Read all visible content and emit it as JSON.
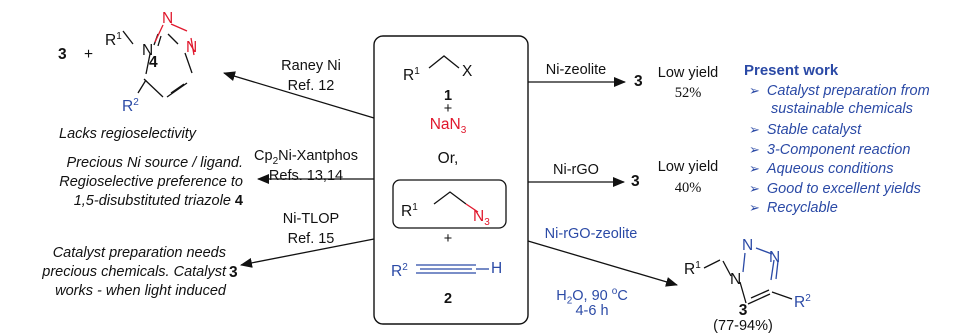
{
  "center": {
    "reactant1_r": "R",
    "reactant1_r_sup": "1",
    "reactant1_x": "X",
    "reactant1_number": "1",
    "plus1": "+",
    "nan3": "NaN",
    "nan3_sub": "3",
    "or": "Or,",
    "azide_r": "R",
    "azide_r_sup": "1",
    "azide_group": "N",
    "azide_group_sub": "3",
    "plus2": "+",
    "alkyne_r": "R",
    "alkyne_r_sup": "2",
    "alkyne_h": "H",
    "alkyne_number": "2"
  },
  "top_left": {
    "reagent": "Raney Ni",
    "ref": "Ref. 12",
    "product_3": "3",
    "plus": "+",
    "product_4": "4",
    "r1": "R",
    "r1_sup": "1",
    "r2": "R",
    "r2_sup": "2",
    "n_a": "N",
    "n_b": "N",
    "n_c": "N",
    "comment": "Lacks regioselectivity"
  },
  "mid_left": {
    "reagent": "Cp",
    "reagent_sub": "2",
    "reagent_rest": "Ni-Xantphos",
    "ref": "Refs. 13,14",
    "comment_line1": "Precious Ni source / ligand.",
    "comment_line2": "Regioselective preference to",
    "comment_line3": "1,5-disubstituted triazole",
    "comment_line3_number": "4"
  },
  "bottom_left": {
    "reagent": "Ni-TLOP",
    "ref": "Ref. 15",
    "comment_line1": "Catalyst preparation needs",
    "comment_line2": "precious chemicals. Catalyst",
    "comment_line3": "works - when light induced",
    "product": "3"
  },
  "top_right": {
    "reagent": "Ni-zeolite",
    "product": "3",
    "yield_label": "Low yield",
    "yield_value": "52%"
  },
  "mid_right": {
    "reagent": "Ni-rGO",
    "product": "3",
    "yield_label": "Low yield",
    "yield_value": "40%"
  },
  "bottom_right": {
    "reagent": "Ni-rGO-zeolite",
    "cond_solvent": "H",
    "cond_solvent_sub": "2",
    "cond_solvent_rest": "O, 90",
    "cond_deg": "o",
    "cond_unit": "C",
    "time": "4-6 h",
    "product_number": "3",
    "yield_range": "(77-94%)",
    "r1": "R",
    "r1_sup": "1",
    "r2": "R",
    "r2_sup": "2",
    "n_a": "N",
    "n_b": "N",
    "n_c": "N"
  },
  "present_work": {
    "title": "Present work",
    "items": [
      "Catalyst preparation from",
      "sustainable chemicals",
      "Stable catalyst",
      "3-Component reaction",
      "Aqueous conditions",
      "Good to excellent yields",
      "Recyclable"
    ],
    "bullet_glyph": "➢"
  },
  "colors": {
    "blue": "#2b4aa6",
    "red": "#e0182d",
    "black": "#111111"
  }
}
